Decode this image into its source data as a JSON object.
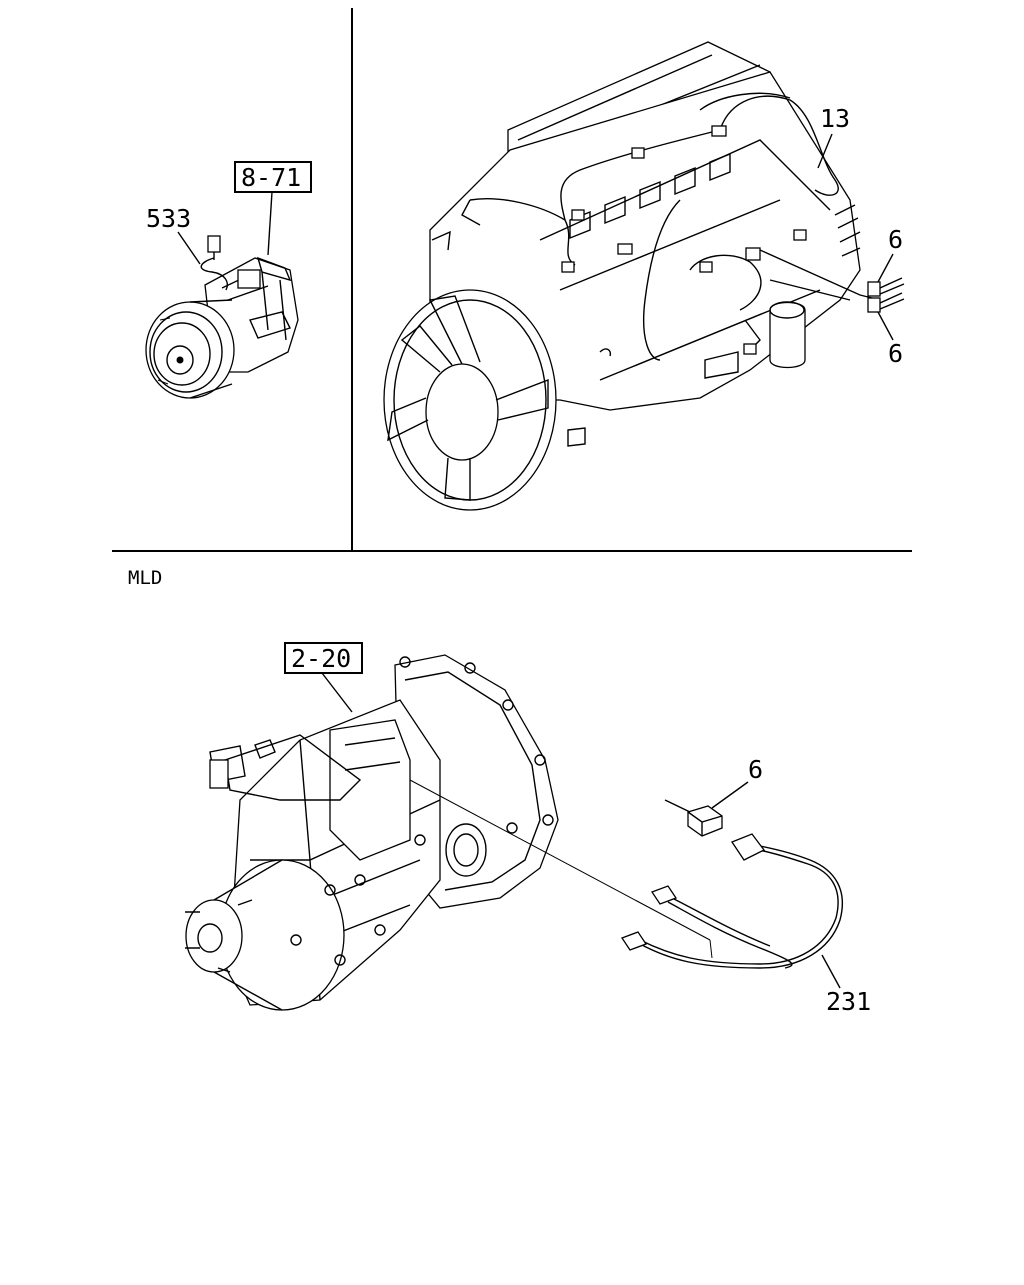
{
  "labels": {
    "ref_compressor": "8-71",
    "part_533": "533",
    "part_13": "13",
    "part_6_upper": "6",
    "part_6_lower": "6",
    "section_mld": "MLD",
    "ref_transmission": "2-20",
    "part_6_connector": "6",
    "part_231": "231"
  }
}
